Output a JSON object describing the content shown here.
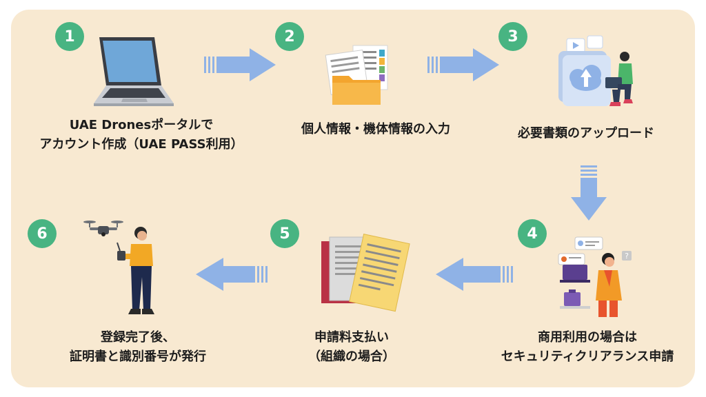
{
  "colors": {
    "panel": "#f8e9d1",
    "badge": "#48b482",
    "arrow": "#8fb2e6",
    "text": "#1c1c1c"
  },
  "steps": [
    {
      "number": "1",
      "lines": [
        "UAE Dronesポータルで",
        "アカウント作成（UAE PASS利用）"
      ],
      "icon": "laptop-icon"
    },
    {
      "number": "2",
      "lines": [
        "個人情報・機体情報の入力"
      ],
      "icon": "documents-folder-icon"
    },
    {
      "number": "3",
      "lines": [
        "必要書類のアップロード"
      ],
      "icon": "cloud-upload-icon"
    },
    {
      "number": "4",
      "lines": [
        "商用利用の場合は",
        "セキュリティクリアランス申請"
      ],
      "icon": "security-clearance-icon"
    },
    {
      "number": "5",
      "lines": [
        "申請料支払い",
        "（組織の場合）"
      ],
      "icon": "paper-documents-icon"
    },
    {
      "number": "6",
      "lines": [
        "登録完了後、",
        "証明書と識別番号が発行"
      ],
      "icon": "drone-pilot-icon"
    }
  ]
}
